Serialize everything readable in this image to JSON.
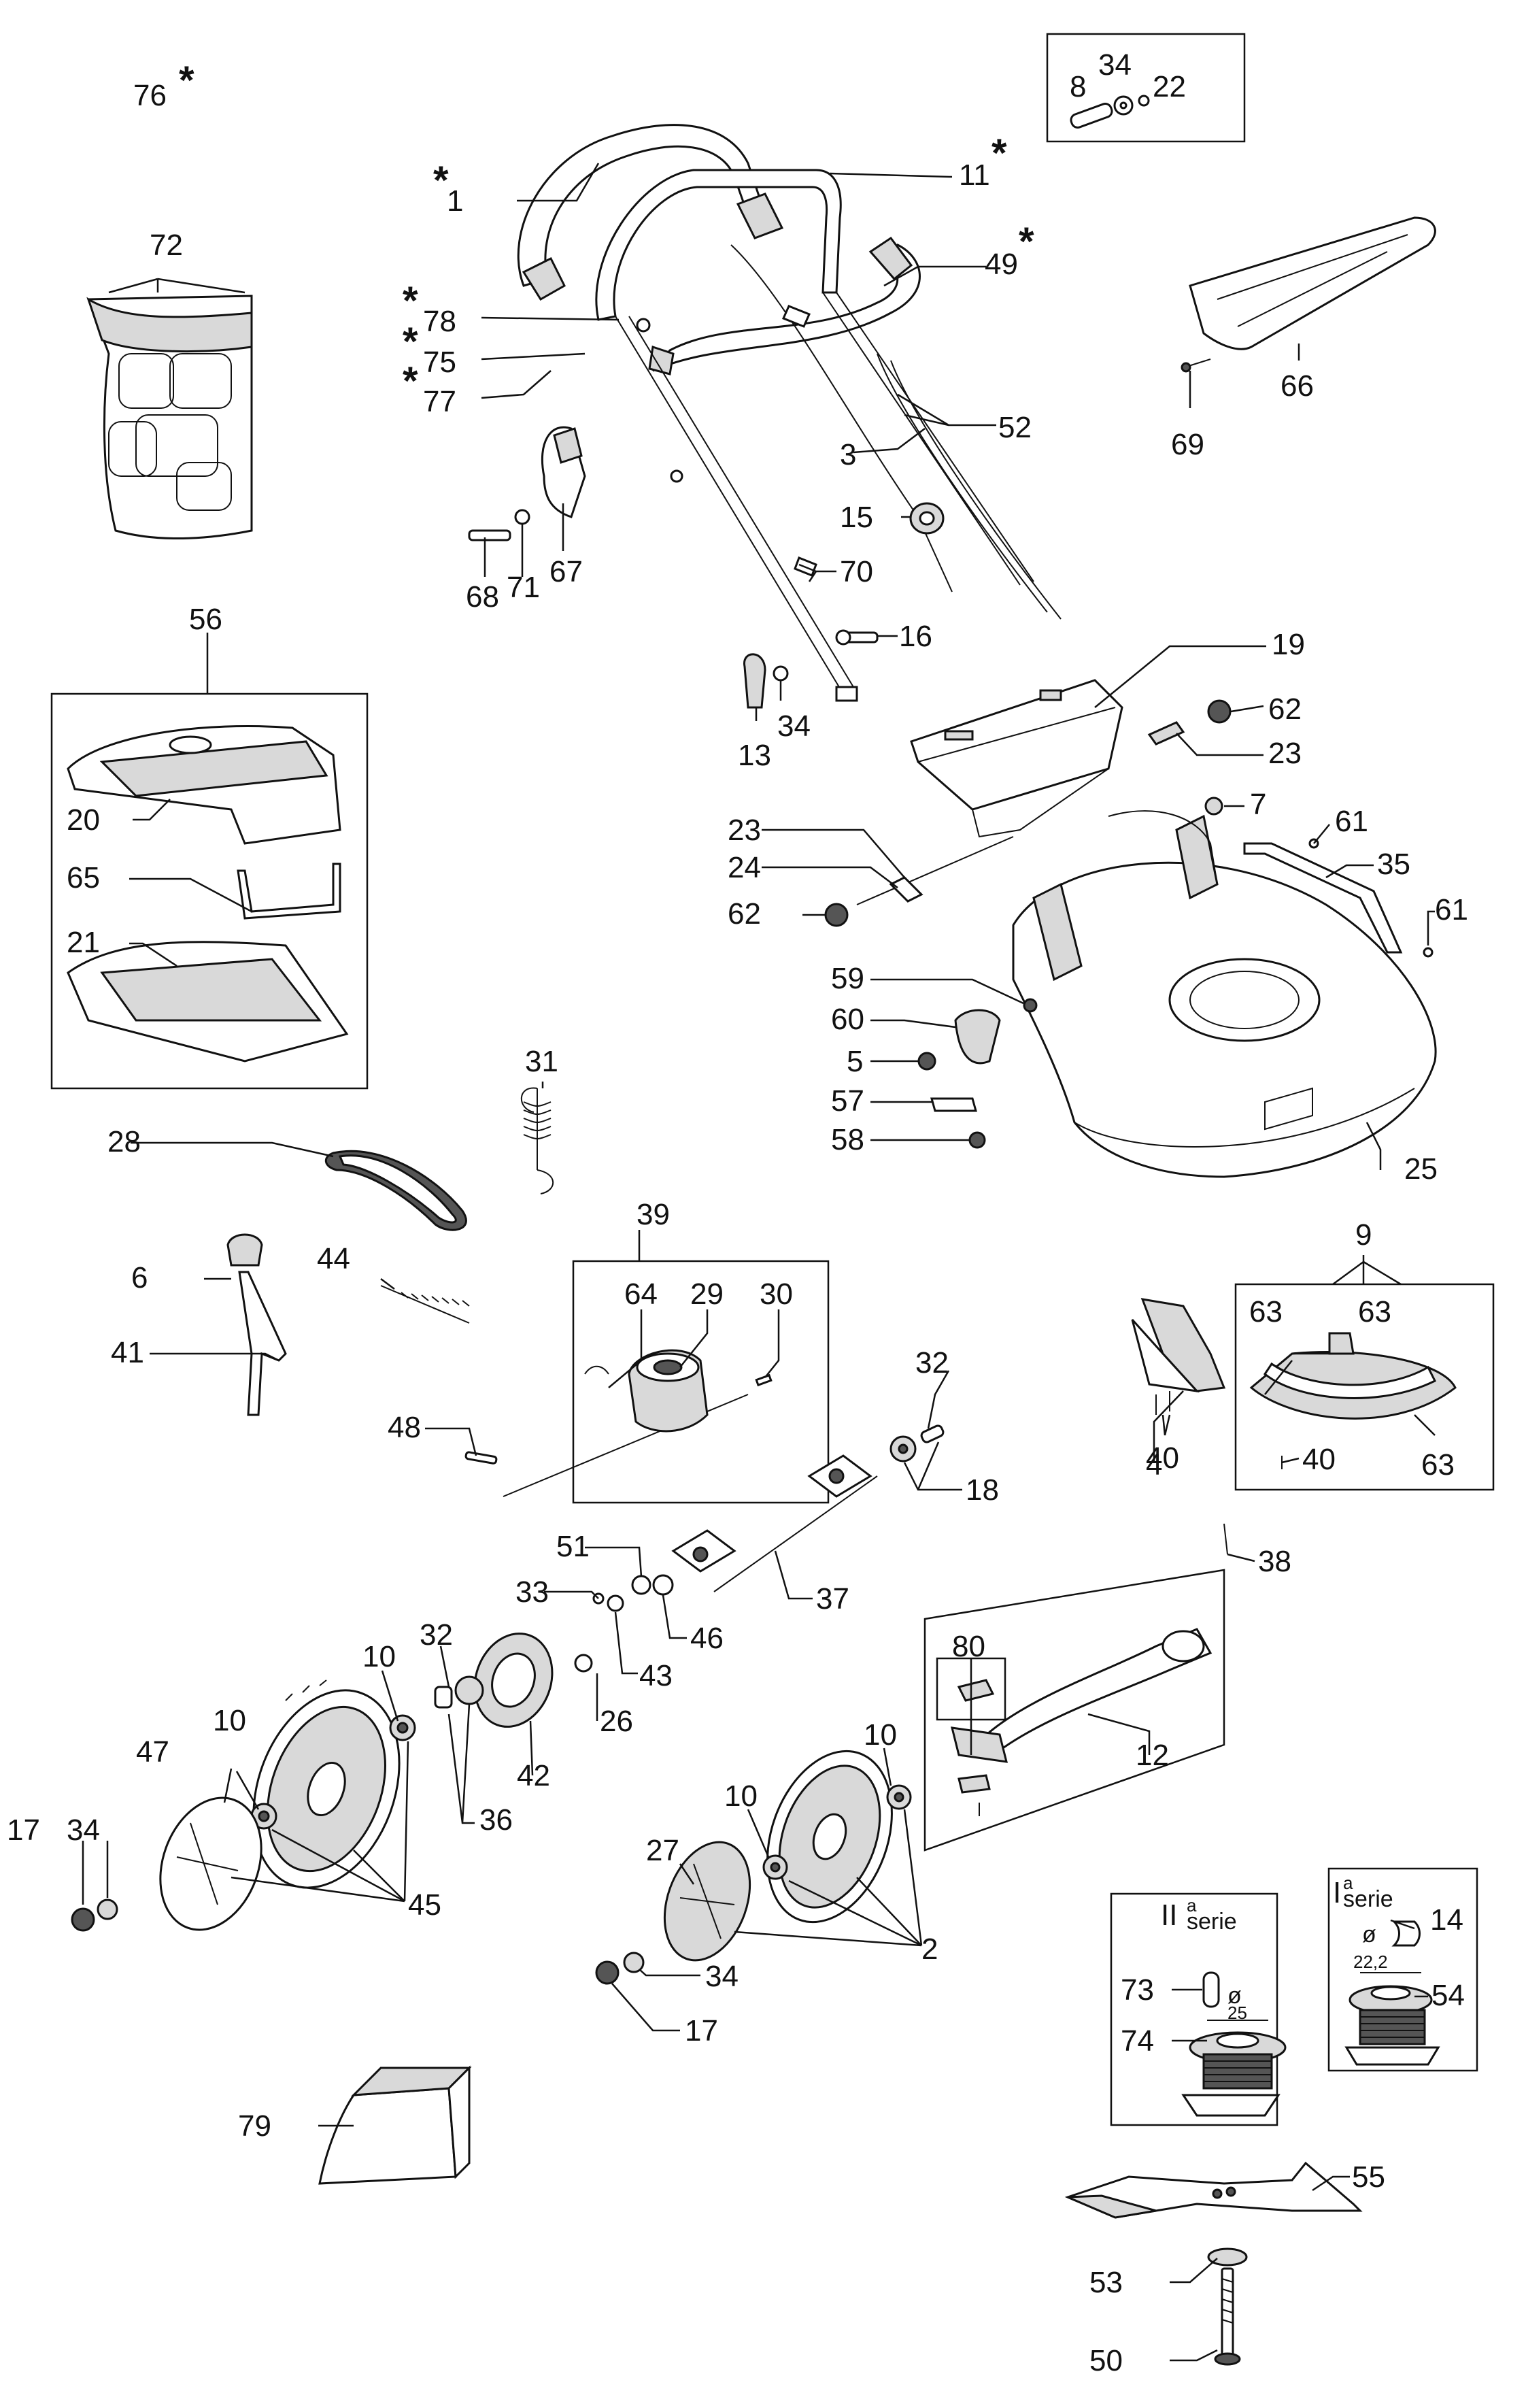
{
  "labels": {
    "p76": "76",
    "p8": "8",
    "p34a": "34",
    "p22": "22",
    "p1": "1",
    "p11": "11",
    "p72": "72",
    "p78": "78",
    "p75": "75",
    "p77": "77",
    "p49": "49",
    "p52": "52",
    "p3": "3",
    "p66": "66",
    "p69": "69",
    "p15": "15",
    "p68": "68",
    "p71": "71",
    "p67": "67",
    "p70": "70",
    "p16": "16",
    "p19": "19",
    "p13": "13",
    "p34b": "34",
    "p62a": "62",
    "p23a": "23",
    "p56": "56",
    "p20": "20",
    "p65": "65",
    "p21": "21",
    "p7": "7",
    "p61a": "61",
    "p23b": "23",
    "p24": "24",
    "p35": "35",
    "p62b": "62",
    "p61b": "61",
    "p59": "59",
    "p60": "60",
    "p5": "5",
    "p57": "57",
    "p58": "58",
    "p25": "25",
    "p31": "31",
    "p28": "28",
    "p39": "39",
    "p6": "6",
    "p44": "44",
    "p64": "64",
    "p29": "29",
    "p30": "30",
    "p41": "41",
    "p48": "48",
    "p9": "9",
    "p63a": "63",
    "p63b": "63",
    "p63c": "63",
    "p4": "4",
    "p40a": "40",
    "p40b": "40",
    "p32a": "32",
    "p18": "18",
    "p38": "38",
    "p51": "51",
    "p37": "37",
    "p33": "33",
    "p46": "46",
    "p43": "43",
    "p80": "80",
    "p10a": "10",
    "p32b": "32",
    "p26": "26",
    "p42": "42",
    "p12": "12",
    "p10b": "10",
    "p10c": "10",
    "p36": "36",
    "p47": "47",
    "p45": "45",
    "p10d": "10",
    "p27": "27",
    "p2": "2",
    "p17a": "17",
    "p34c": "34",
    "p34d": "34",
    "p17b": "17",
    "p14": "14",
    "p73": "73",
    "p54": "54",
    "p74": "74",
    "p79": "79",
    "p55": "55",
    "p53": "53",
    "p50": "50"
  },
  "stars": {
    "main": "*",
    "s1": "*",
    "s11": "*",
    "s49": "*",
    "s78": "*",
    "s75": "*",
    "s77": "*"
  },
  "series_box_II": {
    "roman": "II",
    "sup": "a",
    "word": "serie",
    "diam_symbol": "ø",
    "diam_value": "25"
  },
  "series_box_I": {
    "roman": "I",
    "sup": "a",
    "word": "serie",
    "diam_symbol": "ø",
    "diam_value": "22,2"
  }
}
